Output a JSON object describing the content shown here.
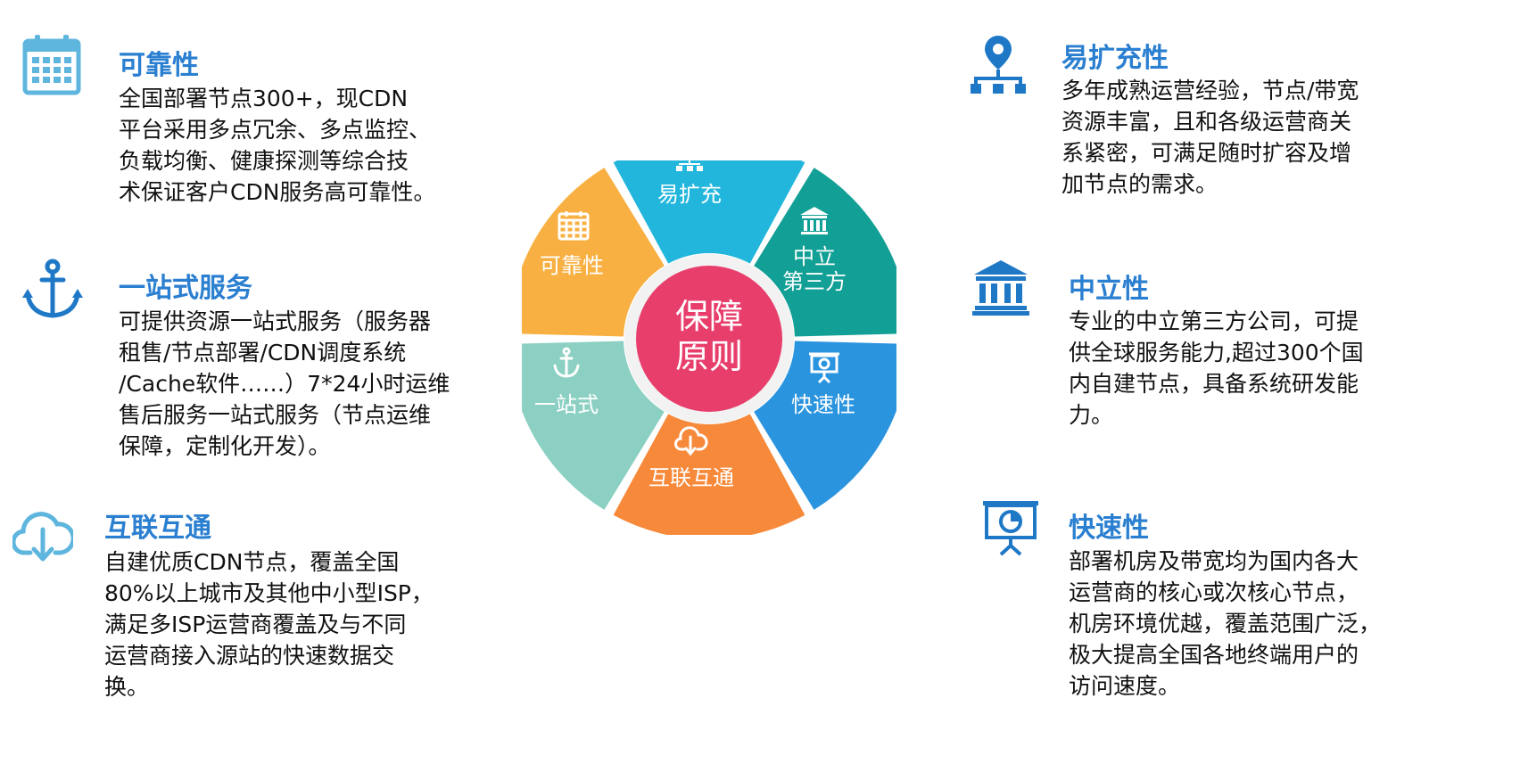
{
  "center": {
    "line1": "保障",
    "line2": "原则"
  },
  "wheel": [
    {
      "key": "reliability",
      "lines": [
        "可靠性"
      ],
      "color": "#f8b042"
    },
    {
      "key": "scalable",
      "lines": [
        "易扩充"
      ],
      "color": "#22b6dc"
    },
    {
      "key": "neutral",
      "lines": [
        "中立",
        "第三方"
      ],
      "color": "#129f95"
    },
    {
      "key": "fast",
      "lines": [
        "快速性"
      ],
      "color": "#2a94df"
    },
    {
      "key": "interconnect",
      "lines": [
        "互联互通"
      ],
      "color": "#f7893a"
    },
    {
      "key": "onestop",
      "lines": [
        "一站式"
      ],
      "color": "#8bd0c2"
    }
  ],
  "colors": {
    "title": "#2a7fd0",
    "icon_blue": "#1f78c6",
    "icon_light": "#5eb5dd",
    "center": "#e83e6c",
    "ring_inner": "#f2f2f2"
  },
  "features": {
    "reliability": {
      "title": "可靠性",
      "lines": [
        "全国部署节点300+，现CDN",
        "平台采用多点冗余、多点监控、",
        "负载均衡、健康探测等综合技",
        "术保证客户CDN服务高可靠性。"
      ]
    },
    "onestop": {
      "title": "一站式服务",
      "lines": [
        "可提供资源一站式服务（服务器",
        "租售/节点部署/CDN调度系统",
        "/Cache软件……）7*24小时运维",
        "售后服务一站式服务（节点运维",
        "保障，定制化开发）。"
      ]
    },
    "interconnect": {
      "title": "互联互通",
      "lines": [
        "自建优质CDN节点，覆盖全国",
        "80%以上城市及其他中小型ISP，",
        "满足多ISP运营商覆盖及与不同",
        "运营商接入源站的快速数据交",
        "换。"
      ]
    },
    "scalable": {
      "title": "易扩充性",
      "lines": [
        "多年成熟运营经验，节点/带宽",
        "资源丰富，且和各级运营商关",
        "系紧密，可满足随时扩容及增",
        "加节点的需求。"
      ]
    },
    "neutral": {
      "title": "中立性",
      "lines": [
        "专业的中立第三方公司，可提",
        "供全球服务能力,超过300个国",
        "内自建节点，具备系统研发能",
        "力。"
      ]
    },
    "fast": {
      "title": "快速性",
      "lines": [
        "部署机房及带宽均为国内各大",
        "运营商的核心或次核心节点，",
        "机房环境优越，覆盖范围广泛，",
        "极大提高全国各地终端用户的",
        "访问速度。"
      ]
    }
  }
}
